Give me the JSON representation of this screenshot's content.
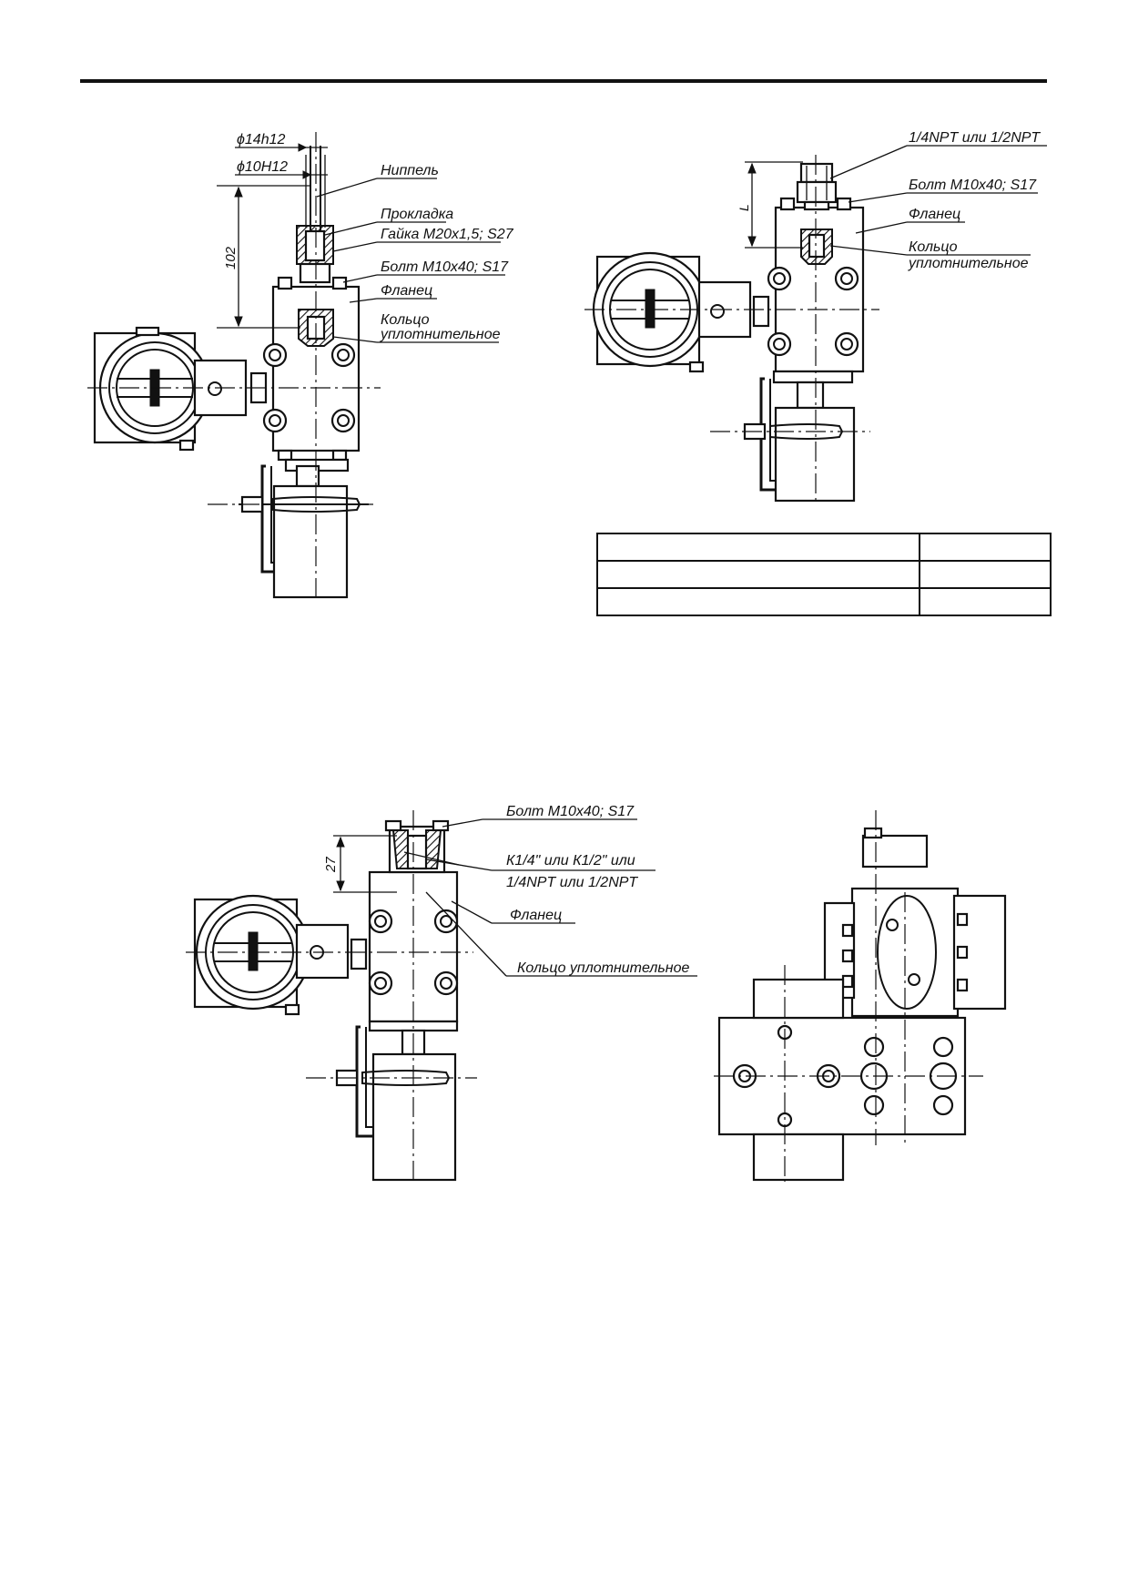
{
  "figure_top_left": {
    "labels": {
      "dia_outer": "ϕ14h12",
      "dia_inner": "ϕ10H12",
      "nipple": "Ниппель",
      "gasket": "Прокладка",
      "nut": "Гайка М20х1,5; S27",
      "bolt": "Болт М10х40; S17",
      "flange": "Фланец",
      "ring_line1": "Кольцо",
      "ring_line2": "уплотнительное",
      "height": "102"
    }
  },
  "figure_top_right": {
    "labels": {
      "thread": "1/4NPT или 1/2NPT",
      "bolt": "Болт М10х40; S17",
      "flange": "Фланец",
      "ring_line1": "Кольцо",
      "ring_line2": "уплотнительное",
      "length": "L"
    },
    "table": {
      "rows": [
        [
          "",
          ""
        ],
        [
          "",
          ""
        ],
        [
          "",
          ""
        ]
      ]
    }
  },
  "figure_bottom_left": {
    "labels": {
      "bolt": "Болт М10х40; S17",
      "thread_line1": "К1/4\" или К1/2\" или",
      "thread_line2": "1/4NPT или 1/2NPT",
      "flange": "Фланец",
      "ring": "Кольцо уплотнительное",
      "height": "27"
    }
  },
  "figure_bottom_right": {}
}
